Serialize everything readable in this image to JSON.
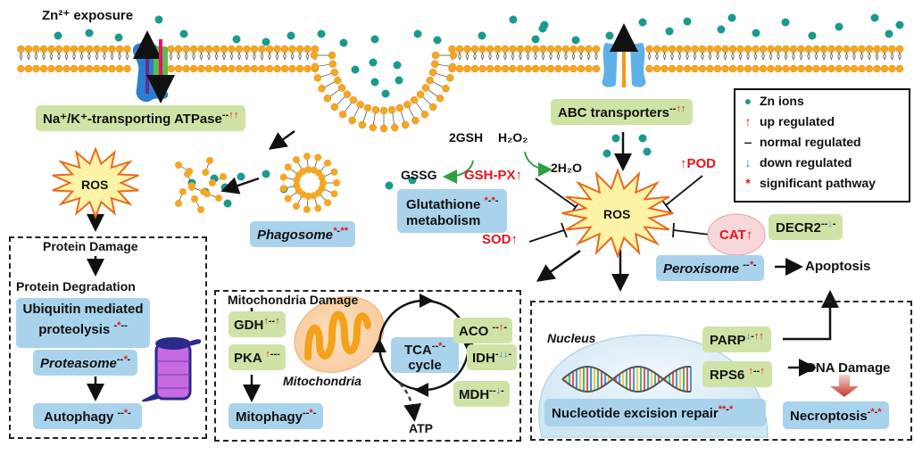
{
  "title": "Zn²⁺ exposure",
  "legend": {
    "items": [
      {
        "glyph": "●",
        "color": "#1a9a8c",
        "label": "Zn ions"
      },
      {
        "glyph": "↑",
        "color": "#e8141c",
        "label": "up regulated"
      },
      {
        "glyph": "‒",
        "color": "#111111",
        "label": "normal regulated"
      },
      {
        "glyph": "↓",
        "color": "#2f7fd6",
        "label": "down regulated"
      },
      {
        "glyph": "*",
        "color": "#e8141c",
        "label": "significant pathway"
      }
    ]
  },
  "colors": {
    "green_box": "#cfe3a6",
    "blue_box": "#a9d3ec",
    "up": "#e8141c",
    "down": "#2f7fd6",
    "zn": "#1a9a8c",
    "lipid": "#f5a623"
  },
  "membrane": {
    "na_k_atpase": {
      "label": "Na⁺/K⁺-transporting ATPase",
      "reg": [
        "-",
        "-",
        "↑",
        "↑"
      ]
    },
    "abc": {
      "label": "ABC transporters",
      "reg": [
        "-",
        "-",
        "↑",
        "↑"
      ]
    }
  },
  "left": {
    "ros": "ROS",
    "phagosome": {
      "label": "Phagosome",
      "reg": [
        "*",
        "-",
        "*",
        "*"
      ]
    },
    "protein_damage": "Protein Damage",
    "protein_degradation": "Protein Degradation",
    "ubiquitin": {
      "line1": "Ubiquitin mediated",
      "line2": "proteolysis",
      "reg": [
        "-",
        "*",
        "-",
        "-"
      ]
    },
    "proteasome": {
      "label": "Proteasome",
      "reg": [
        "-",
        "-",
        "*",
        "-"
      ]
    },
    "autophagy": {
      "label": "Autophagy",
      "reg": [
        "-",
        "-",
        "*",
        "-"
      ]
    }
  },
  "center": {
    "gsh": "2GSH",
    "h2o2": "H₂O₂",
    "gssg": "GSSG",
    "h2o": "2H₂O",
    "gshpx": "GSH-PX↑",
    "glutathione": {
      "line1": "Glutathione",
      "line2": "metabolism",
      "reg": [
        "*",
        "-",
        "*",
        "-"
      ]
    },
    "ros": "ROS",
    "sod": "SOD↑",
    "pod": "↑POD",
    "cat": "CAT↑",
    "decr2": {
      "label": "DECR2",
      "reg": [
        "-",
        "-",
        "↓",
        "-"
      ]
    },
    "peroxisome": {
      "label": "Peroxisome",
      "reg": [
        "-",
        "-",
        "*",
        "-"
      ]
    },
    "apoptosis": "Apoptosis"
  },
  "mito": {
    "title": "Mitochondria Damage",
    "gdh": {
      "label": "GDH",
      "reg": [
        "↑",
        "-",
        "-",
        "↑"
      ]
    },
    "pka": {
      "label": "PKA",
      "reg": [
        "↑",
        "-",
        "-",
        "-"
      ]
    },
    "mitochondria": "Mitochondria",
    "mitophagy": {
      "label": "Mitophagy",
      "reg": [
        "-",
        "-",
        "*",
        "-"
      ]
    },
    "tca": {
      "line1": "TCA",
      "line2": "cycle",
      "reg": [
        "-",
        "-",
        "*",
        "-"
      ]
    },
    "aco": {
      "label": "ACO",
      "reg": [
        "-",
        "-",
        "↑",
        "-"
      ]
    },
    "idh": {
      "label": "IDH",
      "reg": [
        "-",
        "↓",
        "↓",
        "-"
      ]
    },
    "mdh": {
      "label": "MDH",
      "reg": [
        "-",
        "-",
        "↓",
        "-"
      ]
    },
    "atp": "ATP"
  },
  "nucleus": {
    "title": "Nucleus",
    "parp": {
      "label": "PARP",
      "reg": [
        "↓",
        "-",
        "↑",
        "↑"
      ]
    },
    "rps6": {
      "label": "RPS6",
      "reg": [
        "↑",
        "-",
        "-",
        "↑"
      ]
    },
    "ner": {
      "label": "Nucleotide excision repair",
      "reg": [
        "*",
        "*",
        "-",
        "*"
      ]
    },
    "dna_damage": "DNA Damage",
    "necroptosis": {
      "label": "Necroptosis",
      "reg": [
        "-",
        "*",
        "-",
        "*"
      ]
    }
  }
}
